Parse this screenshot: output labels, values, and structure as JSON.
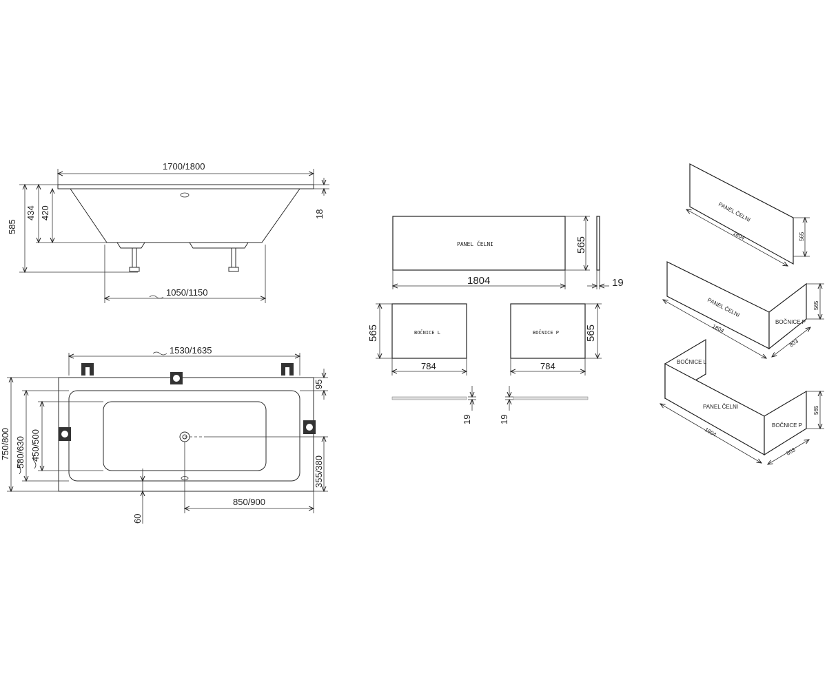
{
  "side_view": {
    "length": "1700/1800",
    "height_total": "585",
    "height_inner_1": "434",
    "height_inner_2": "420",
    "rim": "18",
    "feet_span": "1050/1150"
  },
  "top_view": {
    "inner_length": "1530/1635",
    "width_total": "750/800",
    "width_2": "580/630",
    "width_3": "450/500",
    "offset_top": "95",
    "drain_offset_side": "355/380",
    "drain_offset_end": "850/900",
    "edge": "60"
  },
  "panels_flat": {
    "front_label": "PANEL ČELNI",
    "front_width": "1804",
    "front_height": "565",
    "thickness": "19",
    "side_left_label": "BOČNICE L",
    "side_right_label": "BOČNICE P",
    "side_width": "784",
    "side_height": "565",
    "thickness_left": "19",
    "thickness_right": "19"
  },
  "panels_iso": {
    "front_label": "PANEL ČELNI",
    "front_width": "1804",
    "height": "565",
    "corner_front_label": "PANEL ČELNI",
    "corner_front_width": "1804",
    "corner_side_label": "BOČNICE P",
    "corner_side_width": "803",
    "corner_height": "565",
    "u_left_label": "BOČNICE L",
    "u_front_label": "PANEL ČELNI",
    "u_front_width": "1804",
    "u_right_label": "BOČNICE P",
    "u_right_width": "803",
    "u_height": "565"
  }
}
